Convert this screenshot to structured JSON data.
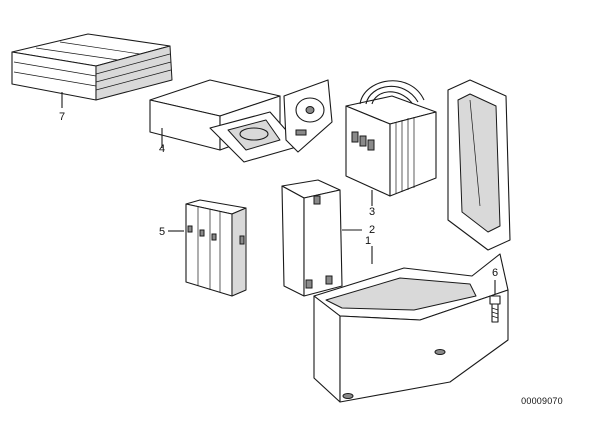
{
  "diagram": {
    "drawing_code": "00009070",
    "callouts": [
      "1",
      "2",
      "3",
      "4",
      "5",
      "6",
      "7"
    ],
    "parts": {
      "p7": "magazine-stack",
      "p4": "cd-player-open-box",
      "p3": "cd-magazine-holder",
      "p5": "magazine-set",
      "p2": "storage-tray",
      "p1": "center-armrest-console",
      "p6": "screw"
    }
  }
}
